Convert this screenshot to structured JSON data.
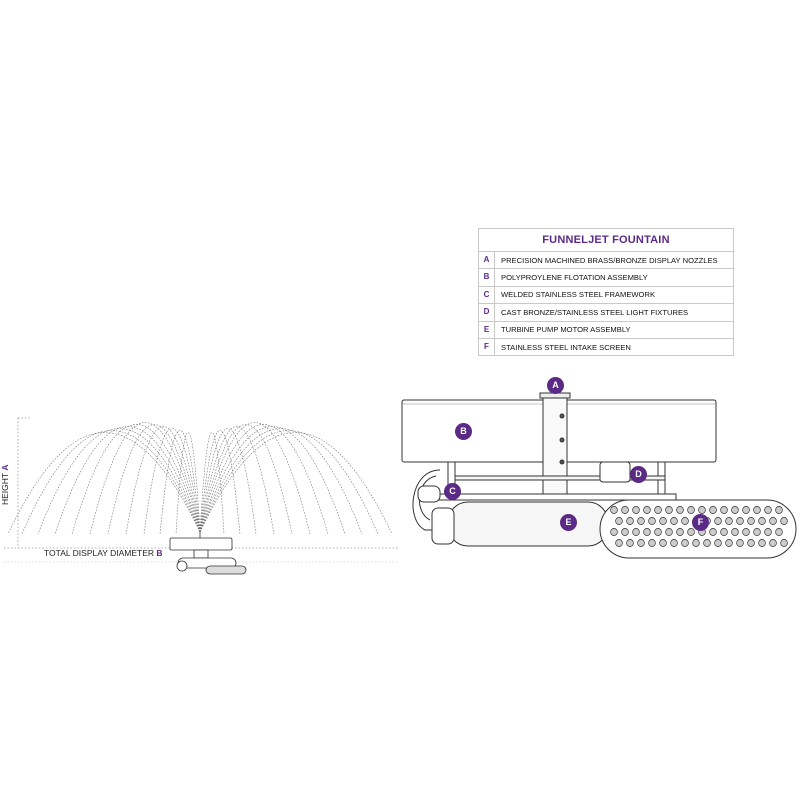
{
  "legend": {
    "title": "FUNNELJET FOUNTAIN",
    "items": [
      {
        "key": "A",
        "label": "PRECISION MACHINED BRASS/BRONZE DISPLAY  NOZZLES"
      },
      {
        "key": "B",
        "label": "POLYPROYLENE FLOTATION ASSEMBLY"
      },
      {
        "key": "C",
        "label": "WELDED STAINLESS STEEL FRAMEWORK"
      },
      {
        "key": "D",
        "label": "CAST BRONZE/STAINLESS STEEL LIGHT FIXTURES"
      },
      {
        "key": "E",
        "label": "TURBINE PUMP MOTOR ASSEMBLY"
      },
      {
        "key": "F",
        "label": "STAINLESS STEEL INTAKE SCREEN"
      }
    ]
  },
  "dimensions": {
    "height_text": "HEIGHT ",
    "height_key": "A",
    "diameter_text": "TOTAL DISPLAY DIAMETER ",
    "diameter_key": "B"
  },
  "colors": {
    "accent": "#5b2a86",
    "line": "#555555"
  }
}
